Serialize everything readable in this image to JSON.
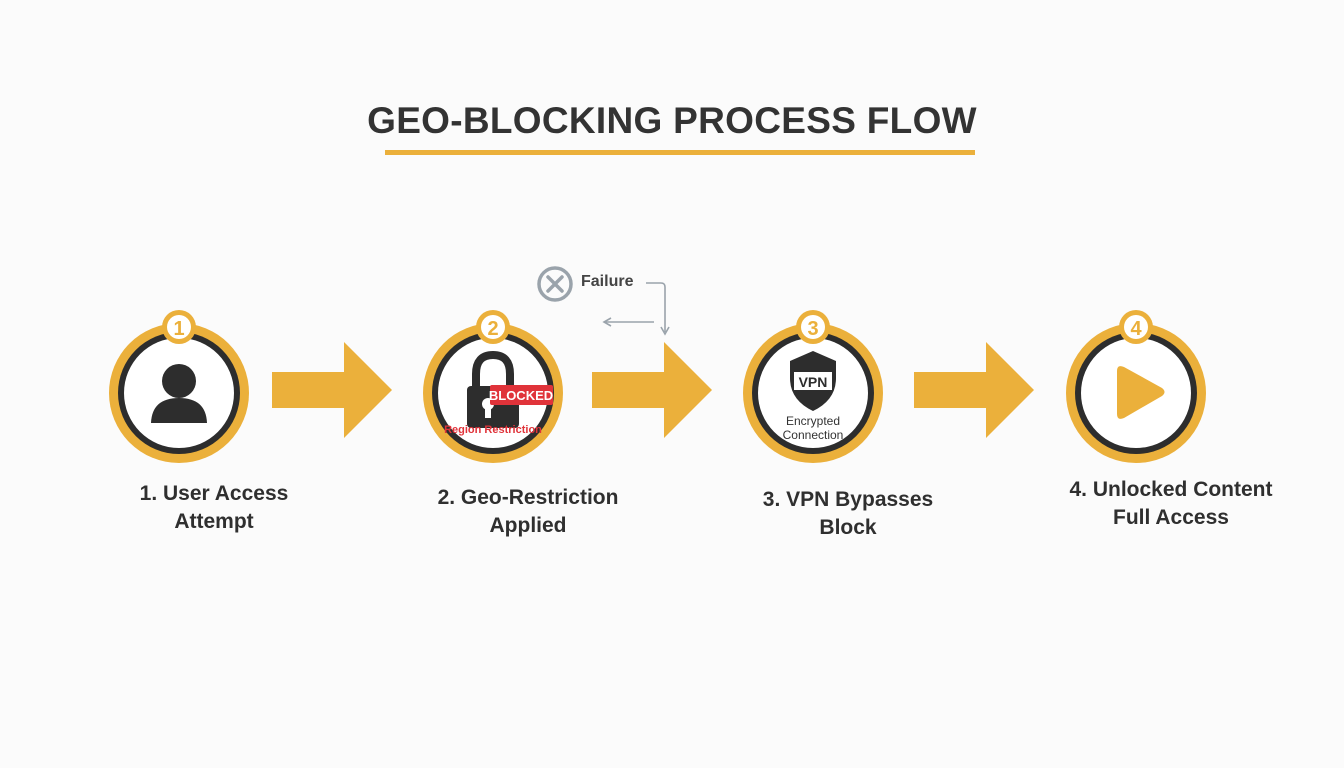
{
  "title": "GEO-BLOCKING PROCESS FLOW",
  "colors": {
    "accent": "#ebb03b",
    "dark": "#2d2d2d",
    "blocked": "#e0333a",
    "muted": "#9aa3ab"
  },
  "failure": {
    "label": "Failure",
    "icon": "x-circle-icon"
  },
  "steps": [
    {
      "number": "1",
      "line1": "1. User Access",
      "line2": "Attempt",
      "icon": "user-icon"
    },
    {
      "number": "2",
      "line1": "2. Geo-Restriction",
      "line2": "Applied",
      "icon": "padlock-icon",
      "badge": "BLOCKED",
      "caption": "Region Restriction"
    },
    {
      "number": "3",
      "line1": "3. VPN Bypasses",
      "line2": "Block",
      "icon": "vpn-shield-icon",
      "shield_text": "VPN",
      "caption_line1": "Encrypted",
      "caption_line2": "Connection"
    },
    {
      "number": "4",
      "line1": "4. Unlocked Content",
      "line2": "Full Access",
      "icon": "play-icon"
    }
  ]
}
